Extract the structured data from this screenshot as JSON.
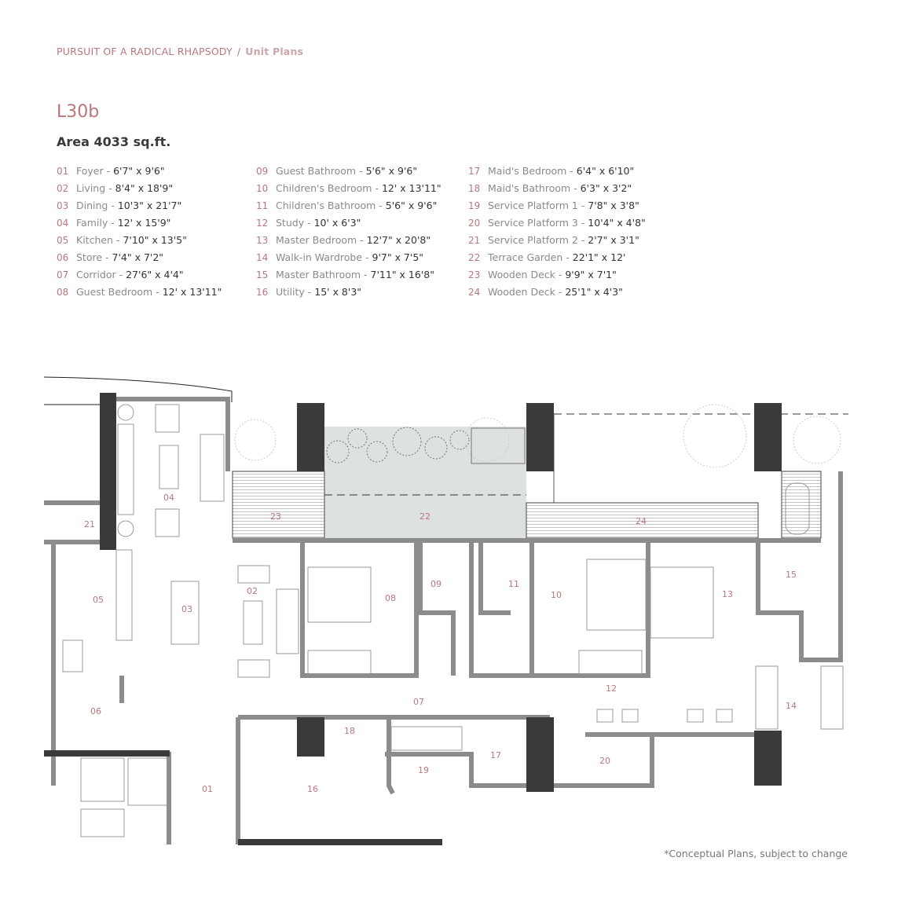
{
  "breadcrumb": {
    "section": "PURSUIT OF A RADICAL RHAPSODY",
    "separator": "/",
    "current": "Unit Plans"
  },
  "unit": {
    "name": "L30b",
    "area": "Area 4033 sq.ft."
  },
  "rooms": [
    {
      "num": "01",
      "name": "Foyer",
      "dim": "6'7\" x 9'6\""
    },
    {
      "num": "02",
      "name": "Living",
      "dim": "8'4\" x 18'9\""
    },
    {
      "num": "03",
      "name": "Dining",
      "dim": "10'3\" x 21'7\""
    },
    {
      "num": "04",
      "name": "Family",
      "dim": "12' x 15'9\""
    },
    {
      "num": "05",
      "name": "Kitchen",
      "dim": "7'10\" x 13'5\""
    },
    {
      "num": "06",
      "name": "Store",
      "dim": "7'4\" x 7'2\""
    },
    {
      "num": "07",
      "name": "Corridor",
      "dim": "27'6\" x 4'4\""
    },
    {
      "num": "08",
      "name": "Guest Bedroom",
      "dim": "12' x 13'11\""
    },
    {
      "num": "09",
      "name": "Guest Bathroom",
      "dim": "5'6\" x 9'6\""
    },
    {
      "num": "10",
      "name": "Children's Bedroom",
      "dim": "12' x 13'11\""
    },
    {
      "num": "11",
      "name": "Children's Bathroom",
      "dim": "5'6\" x 9'6\""
    },
    {
      "num": "12",
      "name": "Study",
      "dim": "10' x 6'3\""
    },
    {
      "num": "13",
      "name": "Master Bedroom",
      "dim": "12'7\" x 20'8\""
    },
    {
      "num": "14",
      "name": "Walk-in Wardrobe",
      "dim": "9'7\" x 7'5\""
    },
    {
      "num": "15",
      "name": "Master Bathroom",
      "dim": "7'11\" x 16'8\""
    },
    {
      "num": "16",
      "name": "Utility",
      "dim": "15' x 8'3\""
    },
    {
      "num": "17",
      "name": "Maid's Bedroom",
      "dim": "6'4\" x 6'10\""
    },
    {
      "num": "18",
      "name": "Maid's Bathroom",
      "dim": "6'3\" x 3'2\""
    },
    {
      "num": "19",
      "name": "Service Platform 1",
      "dim": "7'8\" x 3'8\""
    },
    {
      "num": "20",
      "name": "Service Platform 3",
      "dim": "10'4\" x 4'8\""
    },
    {
      "num": "21",
      "name": "Service Platform 2",
      "dim": "2'7\" x 3'1\""
    },
    {
      "num": "22",
      "name": "Terrace Garden",
      "dim": "22'1\" x 12'"
    },
    {
      "num": "23",
      "name": "Wooden Deck",
      "dim": "9'9\" x 7'1\""
    },
    {
      "num": "24",
      "name": "Wooden Deck",
      "dim": "25'1\" x 4'3\""
    }
  ],
  "footnote": "*Conceptual Plans, subject to change",
  "colors": {
    "accent": "#b9777d",
    "wall": "#8c8c8c",
    "column": "#3a3a3a",
    "terrace": "#dde1e0"
  }
}
